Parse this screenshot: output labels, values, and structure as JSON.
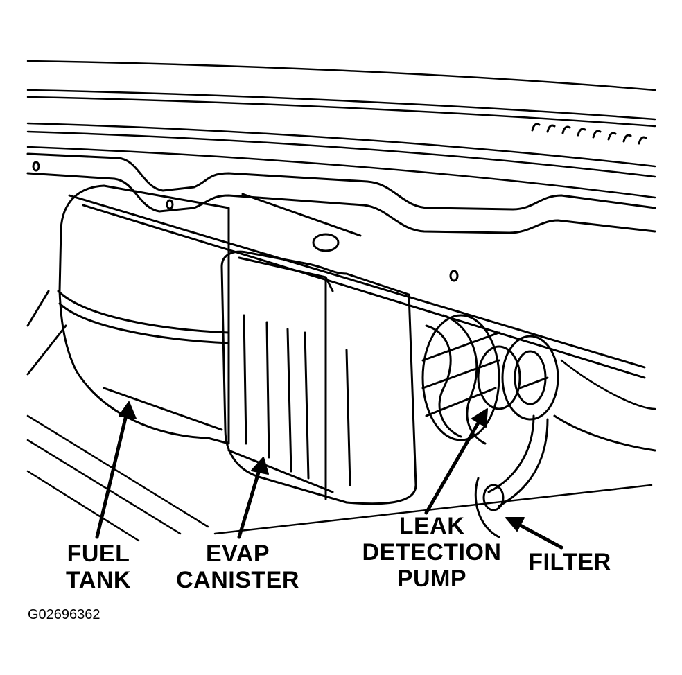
{
  "labels": {
    "fuel_tank": [
      "FUEL",
      "TANK"
    ],
    "evap_canister": [
      "EVAP",
      "CANISTER"
    ],
    "leak_detection_pump": [
      "LEAK",
      "DETECTION",
      "PUMP"
    ],
    "filter": "FILTER"
  },
  "figure_id": "G02696362",
  "colors": {
    "ink": "#000000",
    "paper": "#ffffff"
  }
}
